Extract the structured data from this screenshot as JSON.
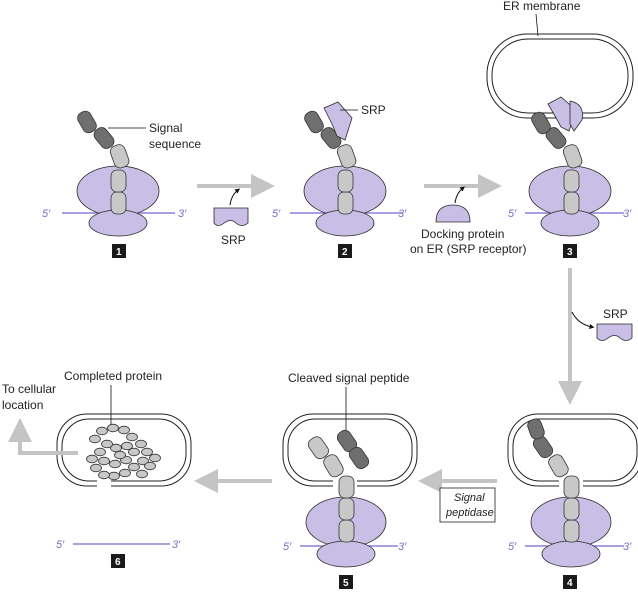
{
  "colors": {
    "ribosome": "#c9bfe6",
    "ribosome_stroke": "#2a2a2a",
    "mrna": "#8b80d6",
    "bead_light": "#c8c8c8",
    "bead_dark": "#6f6f6f",
    "arrow": "#c4c4c4",
    "membrane": "#222222",
    "step_box": "#1a1a1a"
  },
  "labels": {
    "signal_sequence_line1": "Signal",
    "signal_sequence_line2": "sequence",
    "srp_free": "SRP",
    "srp_bound": "SRP",
    "srp_released": "SRP",
    "docking_line1": "Docking protein",
    "docking_line2": "on ER (SRP receptor)",
    "er_membrane": "ER membrane",
    "cleaved_signal_peptide": "Cleaved signal peptide",
    "completed_protein": "Completed protein",
    "to_cellular_line1": "To cellular",
    "to_cellular_line2": "location",
    "signal_peptidase_line1": "Signal",
    "signal_peptidase_line2": "peptidase",
    "five_prime": "5′",
    "three_prime": "3′"
  },
  "steps": [
    "1",
    "2",
    "3",
    "4",
    "5",
    "6"
  ],
  "icons": [
    "ribosome-icon",
    "srp-icon",
    "docking-protein-icon",
    "er-vesicle-icon",
    "polypeptide-icon",
    "arrow-icon"
  ]
}
